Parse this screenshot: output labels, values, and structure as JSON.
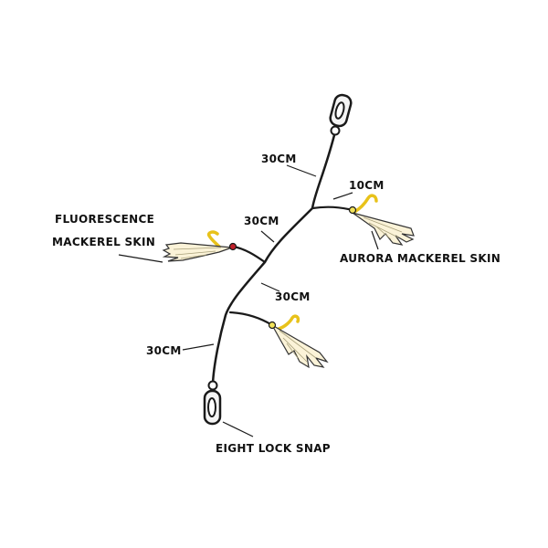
{
  "labels": {
    "len_top": "30CM",
    "len_branch_right": "10CM",
    "len_branch_left": "30CM",
    "len_mid": "30CM",
    "len_bottom": "30CM",
    "fluorescence_line1": "FLUORESCENCE",
    "fluorescence_line2": "MACKEREL SKIN",
    "aurora": "AURORA MACKEREL SKIN",
    "eight_lock_snap": "EIGHT LOCK SNAP"
  },
  "colors": {
    "line": "#1a1a1a",
    "hook": "#e8c21a",
    "bead_red": "#c0202a",
    "bead_yellow": "#f2e35a",
    "skin_fill": "#fbf3d8",
    "skin_stroke": "#333333",
    "snap_fill": "#f4f4f4"
  },
  "icons": [
    "swivel-snap-icon",
    "hook-icon",
    "bead-icon",
    "lure-skin-icon"
  ]
}
